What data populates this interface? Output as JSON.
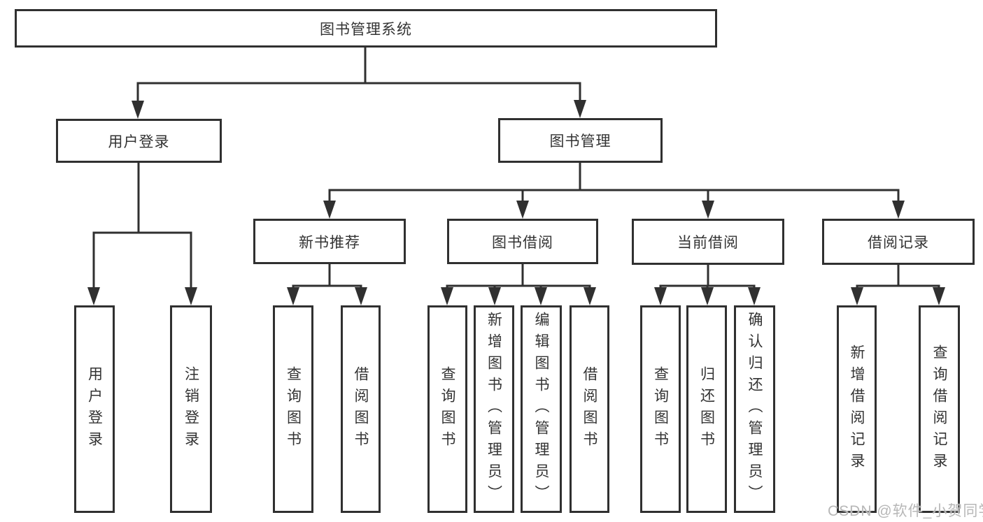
{
  "tree": {
    "label": "图书管理系统",
    "children": [
      {
        "label": "用户登录",
        "children": [
          {
            "label": "用户登录"
          },
          {
            "label": "注销登录"
          }
        ]
      },
      {
        "label": "图书管理",
        "children": [
          {
            "label": "新书推荐",
            "children": [
              {
                "label": "查询图书"
              },
              {
                "label": "借阅图书"
              }
            ]
          },
          {
            "label": "图书借阅",
            "children": [
              {
                "label": "查询图书"
              },
              {
                "label": "新增图书（管理员）"
              },
              {
                "label": "编辑图书（管理员）"
              },
              {
                "label": "借阅图书"
              }
            ]
          },
          {
            "label": "当前借阅",
            "children": [
              {
                "label": "查询图书"
              },
              {
                "label": "归还图书"
              },
              {
                "label": "确认归还（管理员）"
              }
            ]
          },
          {
            "label": "借阅记录",
            "children": [
              {
                "label": "新增借阅记录"
              },
              {
                "label": "查询借阅记录"
              }
            ]
          }
        ]
      }
    ]
  },
  "watermark": "CSDN @软件_小贺同学",
  "colors": {
    "line": "#303030",
    "text": "#333333",
    "background": "#ffffff",
    "watermark": "#b7b7b7"
  }
}
